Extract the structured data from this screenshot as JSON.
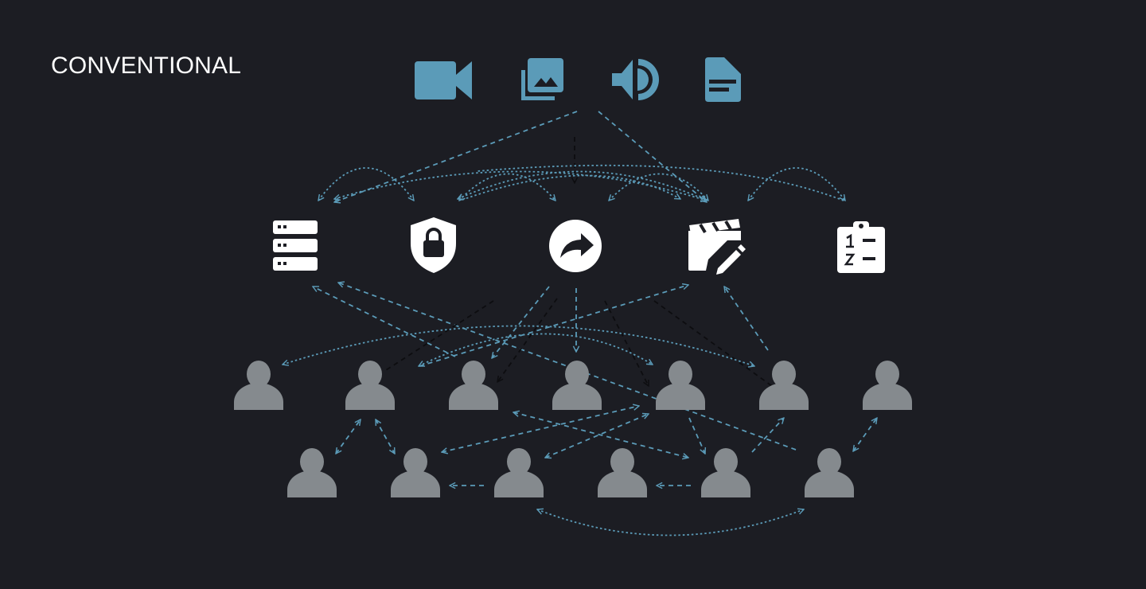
{
  "title": "CONVENTIONAL",
  "colors": {
    "background": "#1c1d23",
    "accent": "#5b9bb8",
    "node": "#ffffff",
    "person": "#858a8e"
  },
  "media_icons": [
    "video-icon",
    "images-icon",
    "speaker-icon",
    "document-icon"
  ],
  "service_icons": [
    "server-icon",
    "shield-lock-icon",
    "share-icon",
    "clapperboard-edit-icon",
    "clipboard-list-icon"
  ],
  "people": {
    "row1_count": 7,
    "row2_count": 6
  }
}
